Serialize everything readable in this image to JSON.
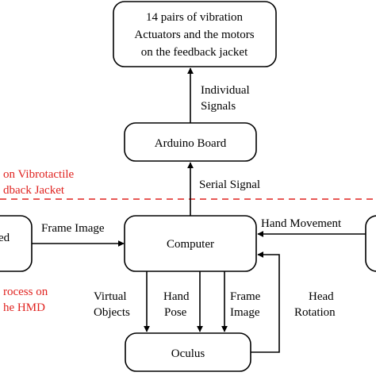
{
  "nodes": {
    "jacket": {
      "lines": [
        "14 pairs of vibration",
        "Actuators and the motors",
        "on the feedback jacket"
      ]
    },
    "arduino": {
      "label": "Arduino Board"
    },
    "computer": {
      "label": "Computer"
    },
    "oculus": {
      "label": "Oculus"
    },
    "left_cut": {
      "label": "ed"
    }
  },
  "edges": {
    "individual_signals": [
      "Individual",
      "Signals"
    ],
    "serial_signal": "Serial Signal",
    "frame_image_in": "Frame Image",
    "hand_movement": "Hand Movement",
    "virtual_objects": [
      "Virtual",
      "Objects"
    ],
    "hand_pose": [
      "Hand",
      "Pose"
    ],
    "frame_image_down": [
      "Frame",
      "Image"
    ],
    "head_rotation": [
      "Head",
      "Rotation"
    ]
  },
  "regions": {
    "top": [
      "on Vibrotactile",
      "dback Jacket"
    ],
    "bottom": [
      "rocess on",
      "he HMD"
    ]
  },
  "colors": {
    "boundary": "#e0221f",
    "stroke": "#000000"
  }
}
